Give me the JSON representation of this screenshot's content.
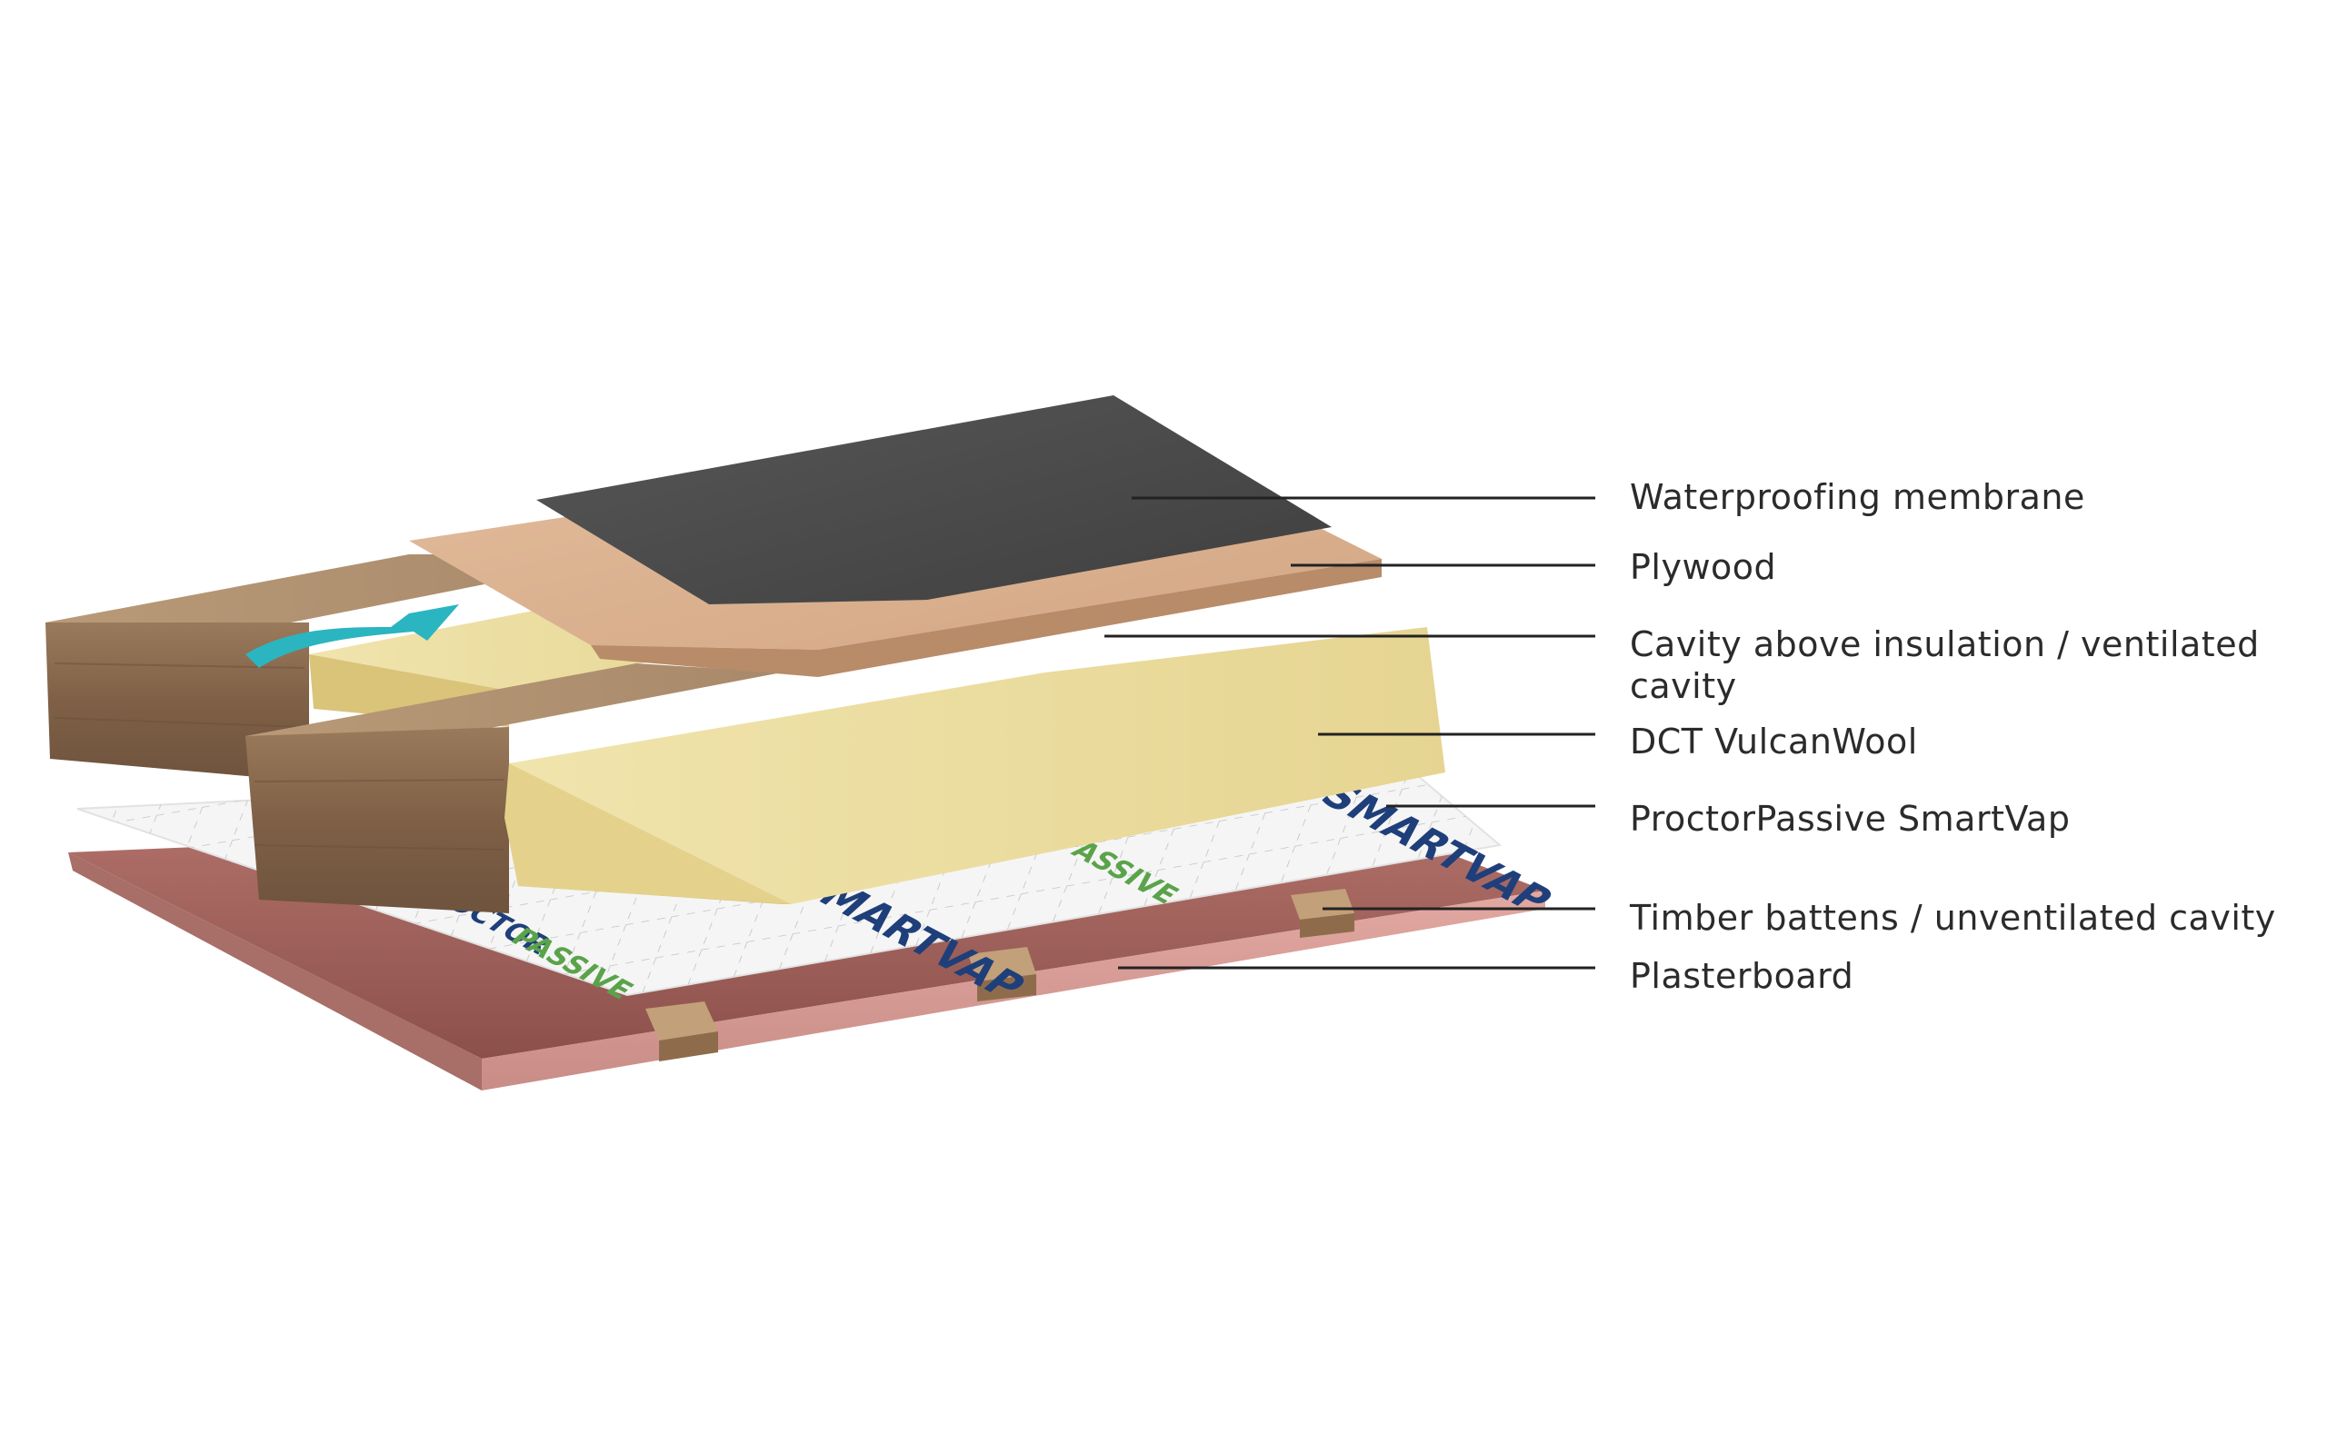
{
  "labels": {
    "waterproofing": "Waterproofing membrane",
    "plywood": "Plywood",
    "cavity_line1": "Cavity above insulation / ventilated",
    "cavity_line2": "cavity",
    "insulation": "DCT VulcanWool",
    "vapour_layer": "ProctorPassive SmartVap",
    "battens": "Timber battens / unventilated cavity",
    "plasterboard": "Plasterboard"
  },
  "membrane_print": {
    "brand_a": "PROCTOR",
    "brand_b": "PASSIVE",
    "product": "SMARTVAP"
  },
  "colors": {
    "membrane": "#4a4a4a",
    "plywood": "#d9b08f",
    "timber": "#8a6b4e",
    "insulation": "#e8d99a",
    "vapour_layer": "#f4f4f4",
    "plasterboard": "#c98c86",
    "airflow_arrow": "#2bb5c0",
    "text_blue": "#1f3f7a",
    "text_green": "#5aa34a"
  }
}
